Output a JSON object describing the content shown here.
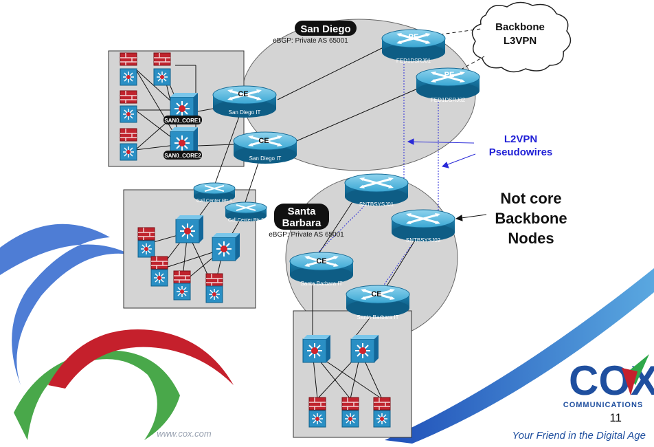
{
  "slide": {
    "website": "www.cox.com",
    "page_number": "11",
    "tagline": "Your Friend in the Digital Age",
    "logo": {
      "brand": "COX",
      "subtitle": "COMMUNICATIONS"
    }
  },
  "sites": {
    "san_diego": {
      "name": "San Diego",
      "bgp": "eBGP: Private AS 65001"
    },
    "santa_barbara": {
      "name_line1": "Santa",
      "name_line2": "Barbara",
      "bgp": "eBGP: Private AS 65001"
    }
  },
  "cloud": {
    "line1": "Backbone",
    "line2": "L3VPN"
  },
  "annotations": {
    "l2vpn_line1": "L2VPN",
    "l2vpn_line2": "Pseudowires",
    "not_core_line1": "Not core",
    "not_core_line2": "Backbone",
    "not_core_line3": "Nodes"
  },
  "routers": {
    "pe1": {
      "role": "PE",
      "name": "FED1DSRJ01"
    },
    "pe2": {
      "role": "PE",
      "name": "FED1DSRJ02"
    },
    "ce_sd1": {
      "role": "CE",
      "name": "San Diego IT"
    },
    "ce_sd2": {
      "role": "CE",
      "name": "San Diego IT"
    },
    "sb_n1": {
      "name": "SNTBSYSJ01"
    },
    "sb_n2": {
      "name": "SNTBSYSJ02"
    },
    "ce_sb1": {
      "role": "CE",
      "name": "Santa Barbara IT"
    },
    "ce_sb2": {
      "role": "CE",
      "name": "Santa Barbara IT"
    },
    "cc1": {
      "name": "Call Center Rtr 1"
    },
    "cc2": {
      "name": "Call Center Rtr 2"
    }
  },
  "switch_labels": {
    "core1": "SAN0_CORE1",
    "core2": "SAN0_CORE2"
  },
  "colors": {
    "accent_blue": "#1f1fd6",
    "router_blue": "#1e7fae",
    "switch_blue": "#2a8fc4",
    "firewall_red": "#c0242e"
  }
}
